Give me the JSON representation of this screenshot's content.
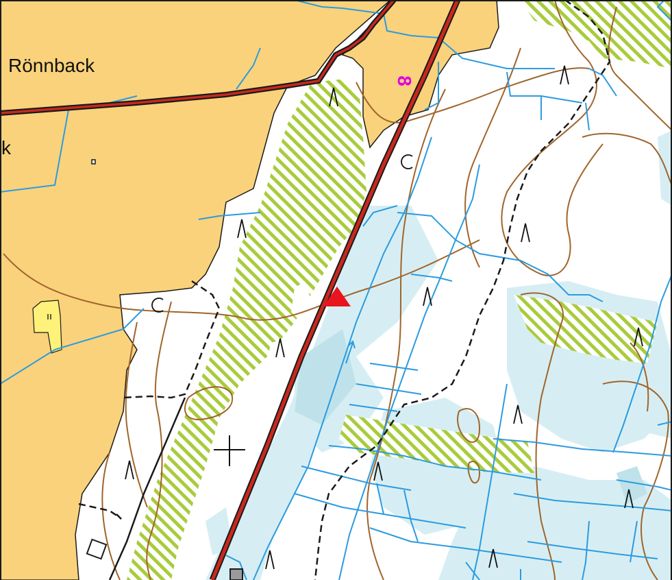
{
  "map": {
    "labels": {
      "place_main": "Rönnback",
      "place_partial": "k"
    },
    "control": {
      "number": "8",
      "color": "#e000e0"
    },
    "start_marker": {
      "color": "#e8141e"
    },
    "colors": {
      "open_land": "#f9d27b",
      "rough_open": "#fff27a",
      "marsh": "#d6eef3",
      "marsh_strong": "#bfe2ea",
      "green_hatch": "#a8cc3c",
      "water_line": "#2b9be0",
      "contour": "#a0642a",
      "road_fill": "#c8281e",
      "road_edge": "#1a1a1a",
      "path": "#1a1a1a",
      "forest": "#ffffff"
    }
  }
}
